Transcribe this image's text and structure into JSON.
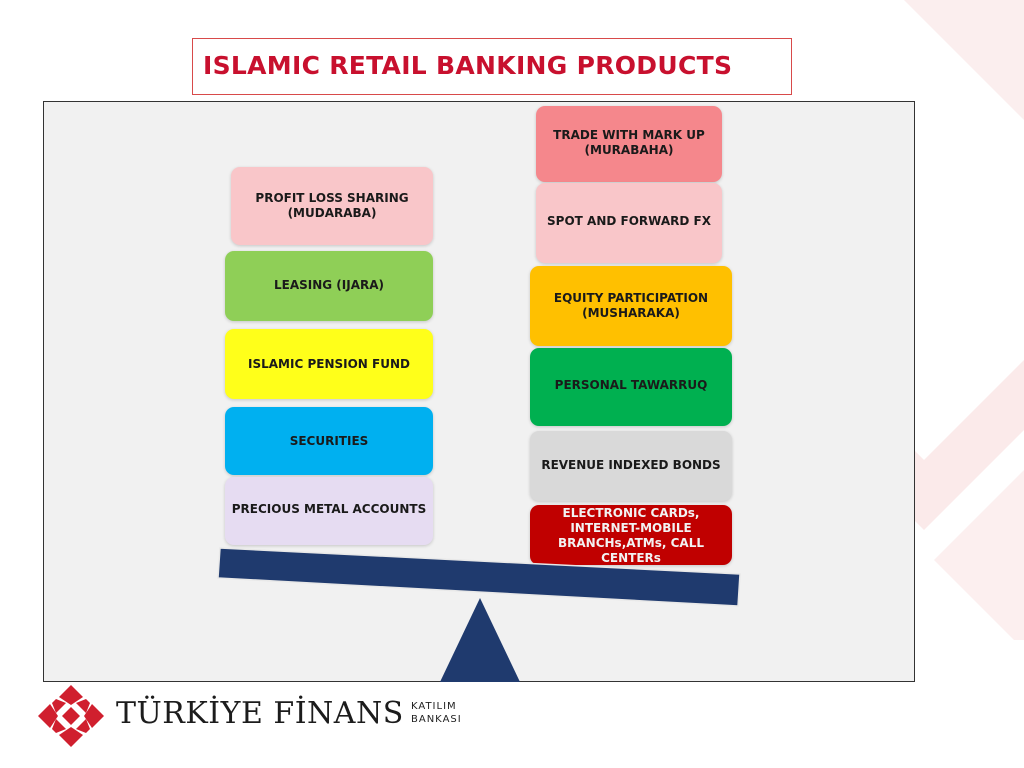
{
  "title": "ISLAMIC RETAIL BANKING PRODUCTS",
  "left_stack": [
    {
      "label": "PROFIT LOSS SHARING (MUDARABA)",
      "color": "#f9c6c9"
    },
    {
      "label": "LEASING (IJARA)",
      "color": "#8fcf57"
    },
    {
      "label": "ISLAMIC PENSION FUND",
      "color": "#ffff1a"
    },
    {
      "label": "SECURITIES",
      "color": "#00b0f0"
    },
    {
      "label": "PRECIOUS METAL ACCOUNTS",
      "color": "#e6dcf2"
    }
  ],
  "right_stack": [
    {
      "label": "TRADE WITH MARK UP (MURABAHA)",
      "color": "#f5878c"
    },
    {
      "label": "SPOT AND FORWARD FX",
      "color": "#f9c6c9"
    },
    {
      "label": "EQUITY PARTICIPATION (MUSHARAKA)",
      "color": "#ffc000"
    },
    {
      "label": "PERSONAL TAWARRUQ",
      "color": "#00b050"
    },
    {
      "label": "REVENUE INDEXED BONDS",
      "color": "#d9d9d9"
    },
    {
      "label": "ELECTRONIC CARDs, INTERNET-MOBILE BRANCHs,ATMs, CALL CENTERs",
      "color": "#c00000"
    }
  ],
  "colors": {
    "title": "#c8102e",
    "beam": "#1f3a6e",
    "brand_red": "#d01f2e"
  },
  "brand": {
    "name": "TÜRKİYE FİNANS",
    "sub_line1": "KATILIM",
    "sub_line2": "BANKASI"
  }
}
